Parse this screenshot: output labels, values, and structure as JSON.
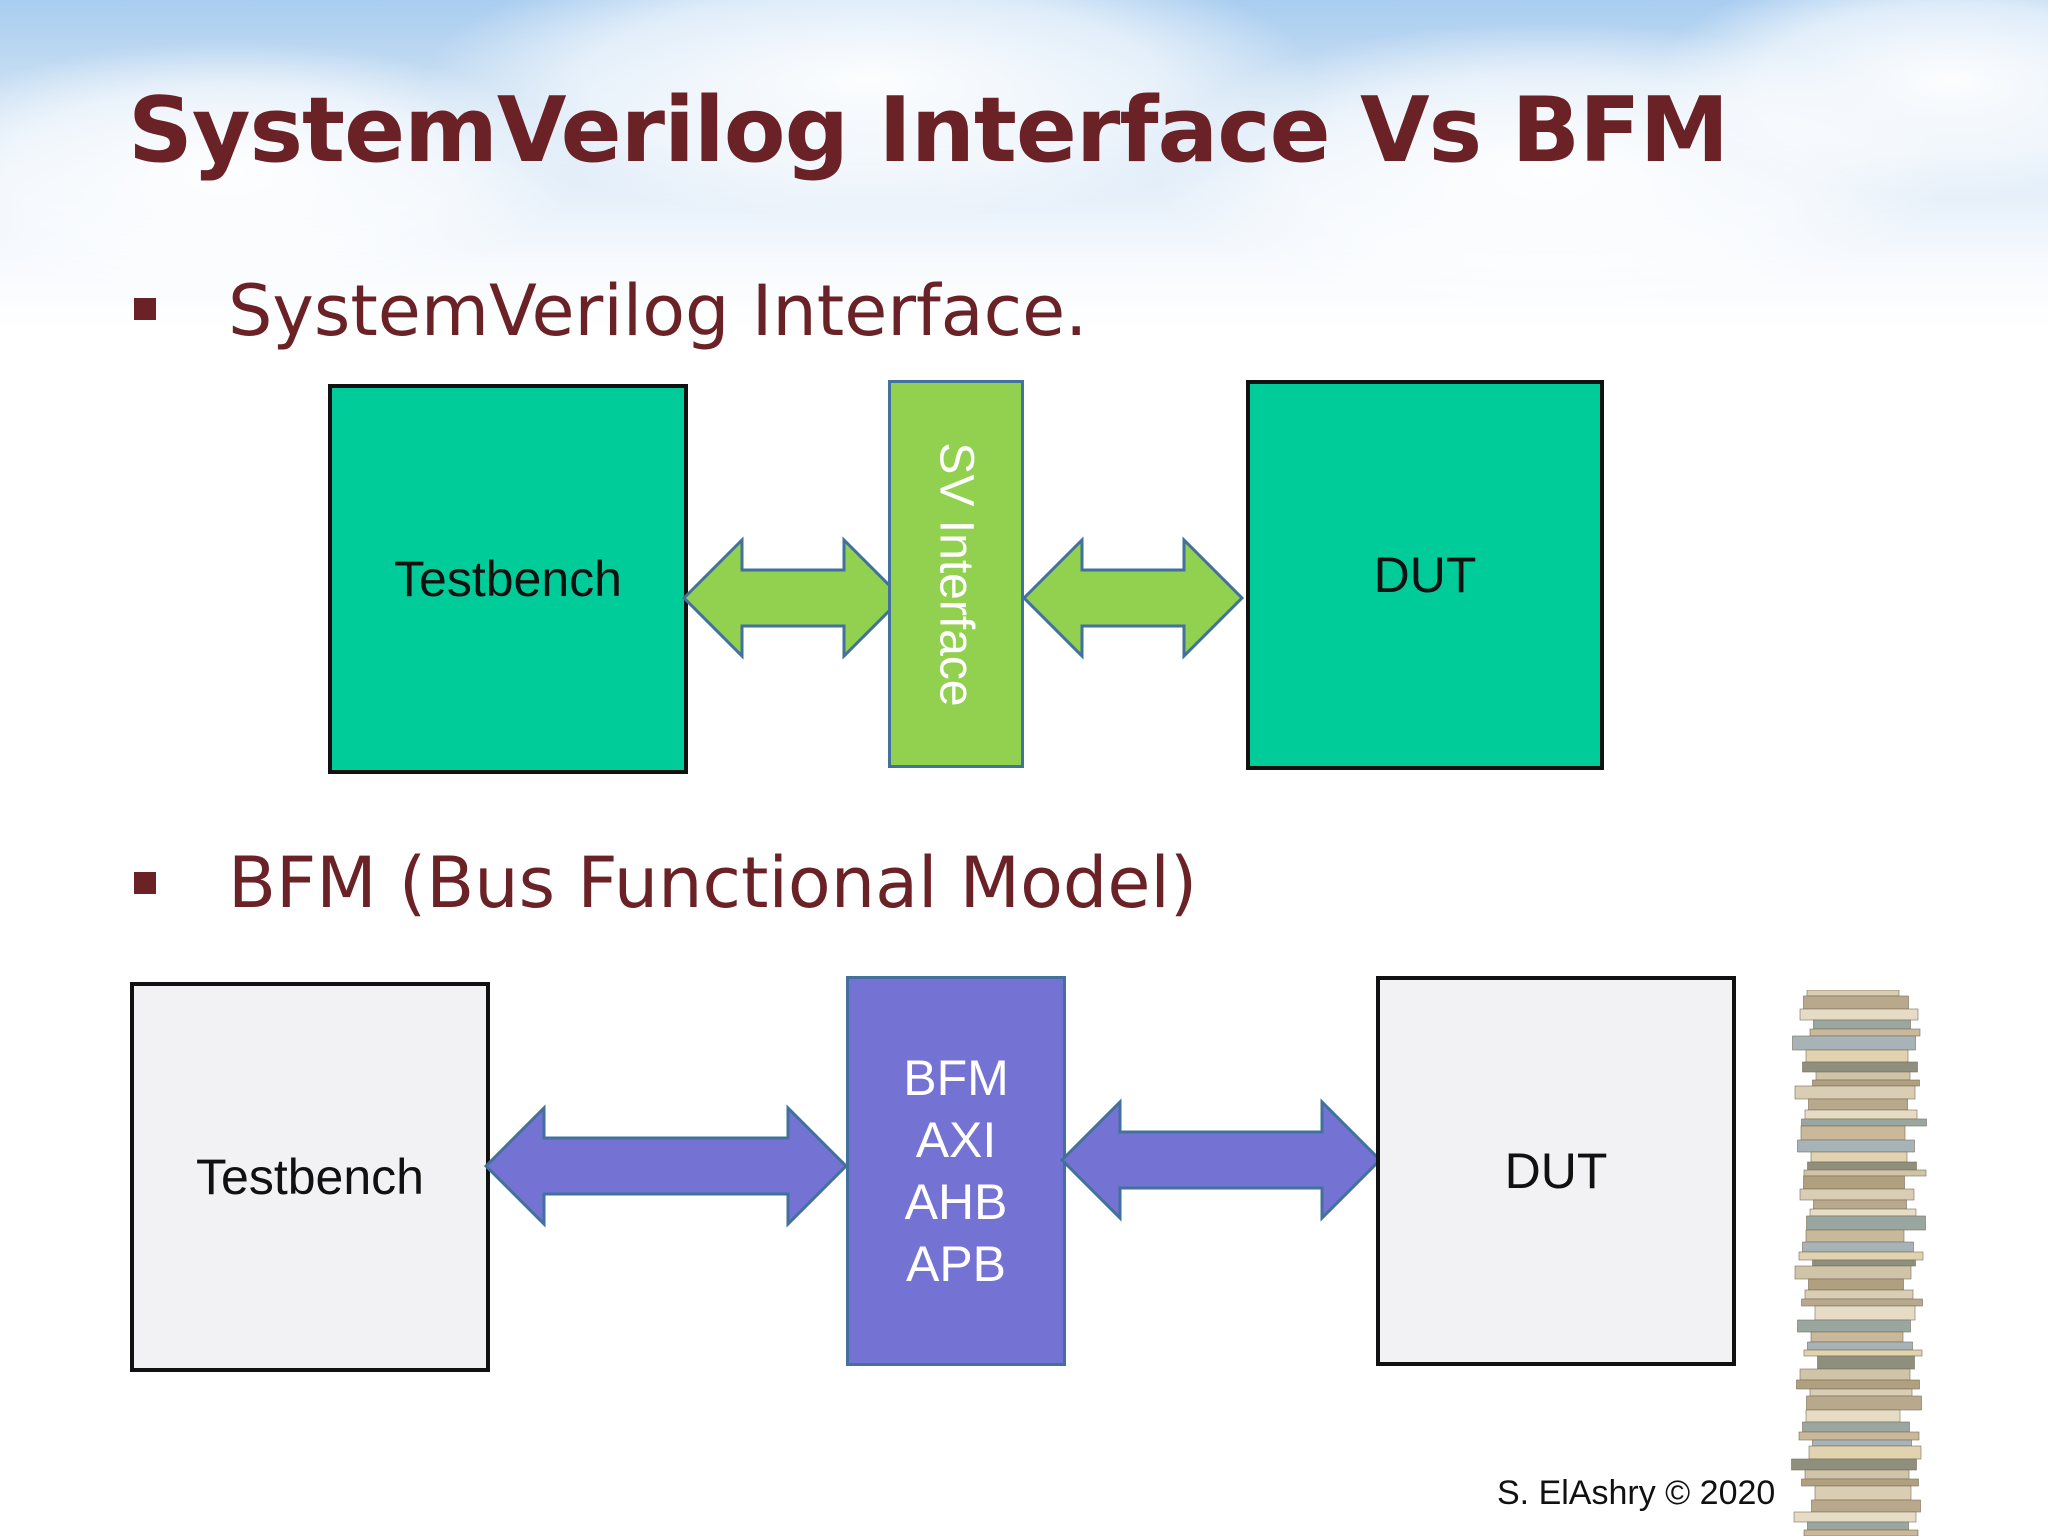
{
  "slide": {
    "title": "SystemVerilog Interface Vs BFM",
    "bullets": [
      {
        "text": "SystemVerilog Interface."
      },
      {
        "text": "BFM (Bus Functional Model)"
      }
    ],
    "footer": "S. ElAshry © 2020"
  },
  "diagram_sv": {
    "testbench": "Testbench",
    "interface": "SV Interface",
    "dut": "DUT"
  },
  "diagram_bfm": {
    "testbench": "Testbench",
    "bfm_lines": [
      "BFM",
      "AXI",
      "AHB",
      "APB"
    ],
    "dut": "DUT"
  },
  "colors": {
    "title": "#6b2226",
    "green_box": "#00cc99",
    "interface_fill": "#92d050",
    "bfm_fill": "#7473d3",
    "grey_box": "#f2f2f4",
    "arrow_stroke": "#41719c"
  }
}
